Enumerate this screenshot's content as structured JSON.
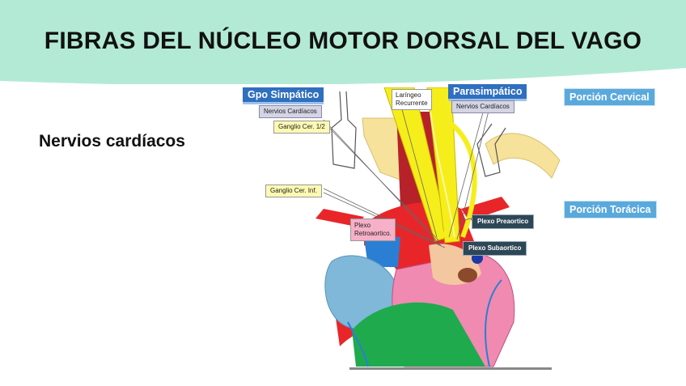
{
  "title": "FIBRAS DEL NÚCLEO MOTOR DORSAL DEL VAGO",
  "subtitle": "Nervios cardíacos",
  "labels": {
    "gpo_simpatico": "Gpo Simpático",
    "parasimpatico": "Parasimpático",
    "nervios_cardiacos_left": "Nervios Cardíacos",
    "nervios_cardiacos_right": "Nervios Cardíacos",
    "ganglio_cer_12": "Ganglio Cer. 1/2",
    "ganglio_cer_inf": "Ganglio Cer. Inf.",
    "laringeo_1": "Laríngeo",
    "laringeo_2": "Recurrente",
    "plexo_retro_1": "Plexo",
    "plexo_retro_2": "Retroaortico.",
    "plexo_preaortico": "Plexo Preaortico",
    "plexo_subaortico": "Plexo Subaortico",
    "porcion_cervical": "Porción Cervical",
    "porcion_toracica": "Porción Torácica"
  },
  "colors": {
    "header": "#b3ead6",
    "nerve": "#f5ee1a",
    "aorta": "#e8262a",
    "heart_pink": "#f08ab0",
    "ventricle": "#1faa4e",
    "atrium": "#7fb8d8",
    "pale": "#f6e29a"
  }
}
